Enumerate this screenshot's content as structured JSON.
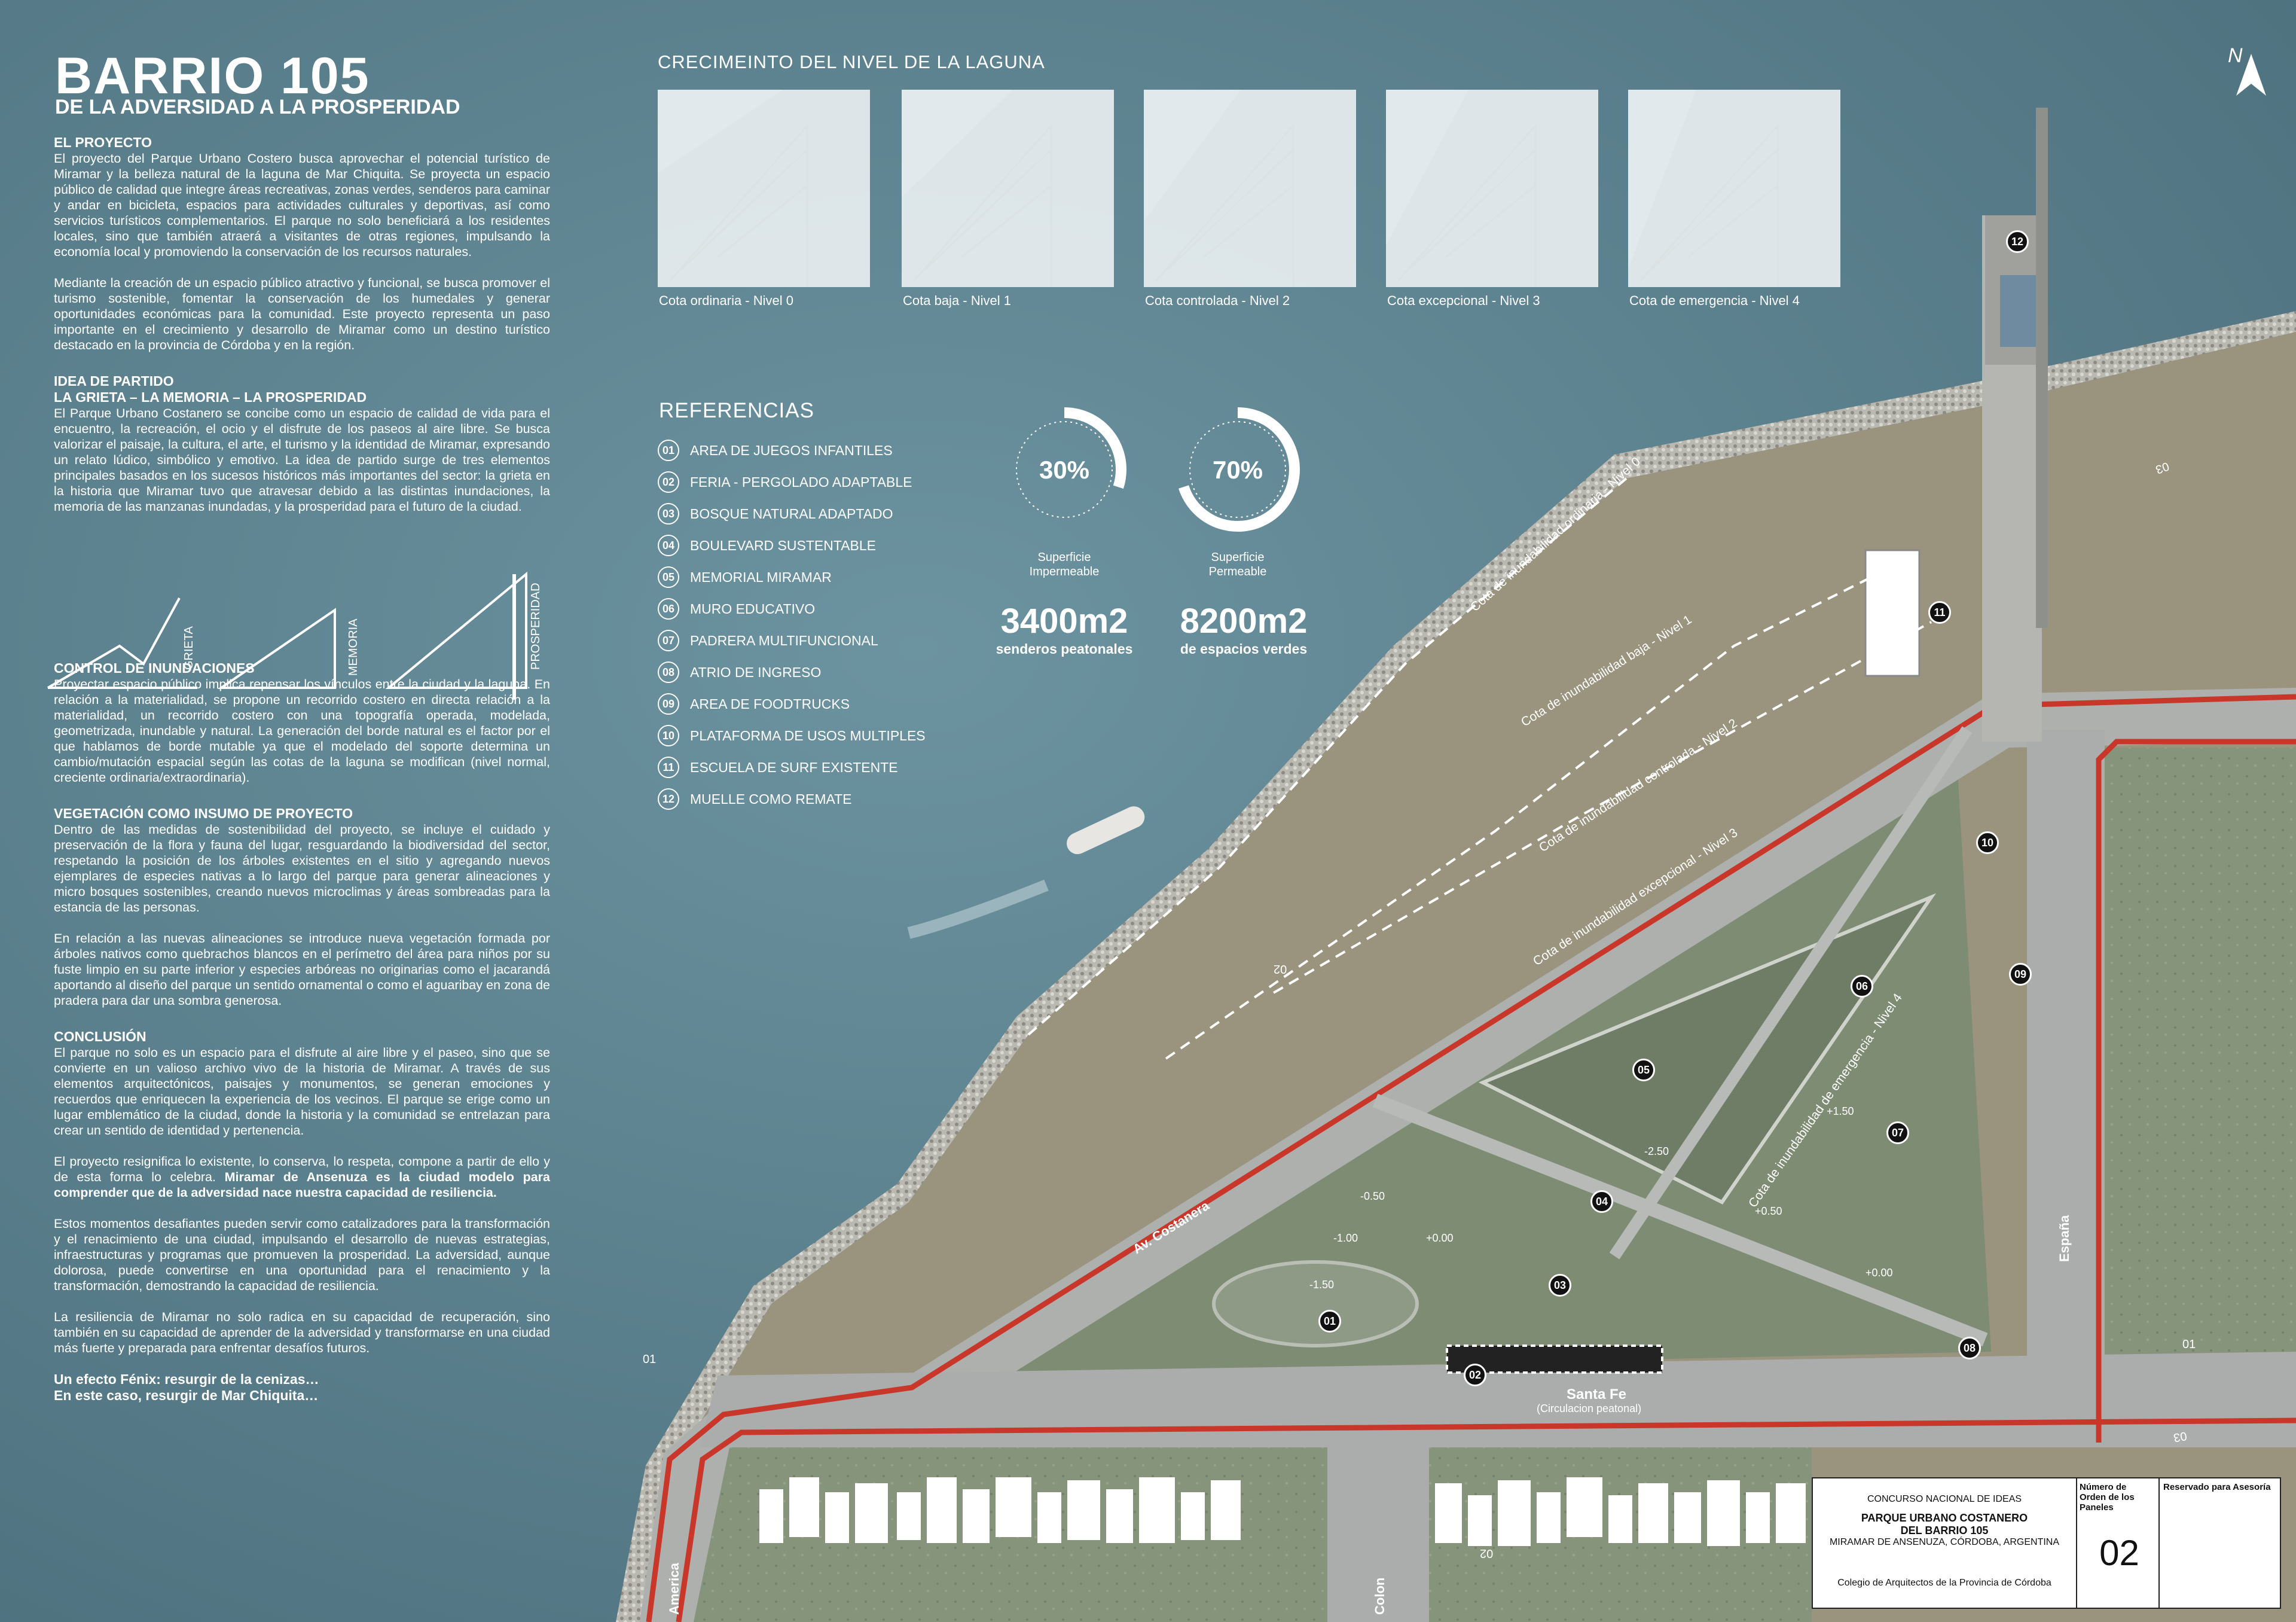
{
  "header": {
    "title": "BARRIO 105",
    "subtitle": "DE LA ADVERSIDAD A LA PROSPERIDAD"
  },
  "sections": {
    "proyecto": {
      "heading": "EL PROYECTO",
      "p1": "El proyecto del Parque Urbano Costero busca aprovechar el potencial turístico de Miramar y la belleza natural de la laguna de Mar Chiquita. Se proyecta un espacio público de calidad que integre áreas recreativas, zonas verdes, senderos para caminar y andar en bicicleta, espacios para actividades culturales y deportivas, así como servicios turísticos complementarios. El parque no solo beneficiará a los residentes locales, sino que también atraerá a visitantes de otras regiones, impulsando la economía local y promoviendo la conservación de los recursos naturales.",
      "p2": "Mediante la creación de un espacio público atractivo y funcional, se busca promover el turismo sostenible, fomentar la conservación de los humedales y generar oportunidades económicas para la comunidad. Este proyecto representa un paso importante en el crecimiento y desarrollo de Miramar como un destino turístico destacado en la provincia de Córdoba y en la región."
    },
    "partido": {
      "heading1": "IDEA DE PARTIDO",
      "heading2": "LA GRIETA – LA MEMORIA – LA PROSPERIDAD",
      "p1": "El Parque Urbano Costanero se concibe como un espacio de calidad de vida para el encuentro, la recreación, el ocio y el disfrute de los paseos al aire libre. Se busca valorizar el paisaje, la cultura, el arte, el turismo y la identidad de Miramar, expresando un relato lúdico, simbólico y emotivo. La idea de partido surge de tres elementos principales basados en los sucesos históricos más importantes del sector: la grieta en la historia que Miramar tuvo que atravesar debido a las distintas inundaciones, la memoria de las manzanas inundadas, y la prosperidad para el futuro de la ciudad.",
      "diagram_labels": [
        "GRIETA",
        "MEMORIA",
        "PROSPERIDAD"
      ]
    },
    "inundaciones": {
      "heading": "CONTROL DE INUNDACIONES",
      "p1": "Proyectar espacio público implica repensar los vínculos entre la ciudad y la laguna. En relación a la materialidad, se propone un recorrido costero en directa relación a la materialidad, un recorrido costero con una topografía operada, modelada, geometrizada, inundable y natural. La generación del borde natural es el factor por el que hablamos de borde mutable ya que el modelado del soporte determina un cambio/mutación espacial según las cotas de la laguna se modifican (nivel normal, creciente ordinaria/extraordinaria)."
    },
    "vegetacion": {
      "heading": "VEGETACIÓN COMO INSUMO DE PROYECTO",
      "p1": "Dentro de las medidas de sostenibilidad del proyecto, se incluye el cuidado y preservación de la flora y fauna del lugar, resguardando la biodiversidad del sector, respetando la posición de los árboles existentes en el sitio y agregando nuevos ejemplares de especies nativas a lo largo del parque para generar alineaciones y micro bosques sostenibles, creando nuevos microclimas y áreas sombreadas para la estancia de las personas.",
      "p2": "En relación a las nuevas alineaciones se introduce nueva vegetación formada por árboles nativos como quebrachos blancos en el perímetro del área para niños por su fuste limpio en su parte inferior y especies arbóreas no originarias como el jacarandá aportando al diseño del parque un sentido ornamental o como el aguaribay en zona de pradera para dar una sombra generosa."
    },
    "conclusion": {
      "heading": "CONCLUSIÓN",
      "p1": "El parque no solo es un espacio para el disfrute al aire libre y el paseo, sino que se convierte en un valioso archivo vivo de la historia de Miramar. A través de sus elementos arquitectónicos, paisajes y monumentos, se generan emociones y recuerdos que enriquecen la experiencia de los vecinos. El parque se erige como un lugar emblemático de la ciudad, donde la historia y la comunidad se entrelazan para crear un sentido de identidad y pertenencia.",
      "p2a": "El proyecto resignifica lo existente, lo conserva, lo respeta, compone a partir de ello y de esta forma lo celebra. ",
      "p2b": "Miramar de Ansenuza es la ciudad modelo para comprender que de la adversidad nace nuestra capacidad de resiliencia.",
      "p3": "Estos momentos desafiantes pueden servir como catalizadores para la transformación y el renacimiento de una ciudad, impulsando el desarrollo de nuevas estrategias, infraestructuras y programas que promueven la prosperidad. La adversidad, aunque dolorosa, puede convertirse en una oportunidad para el renacimiento y la transformación, demostrando la capacidad de resiliencia.",
      "p4": "La resiliencia de Miramar no solo radica en su capacidad de recuperación, sino también en su capacidad de aprender de la adversidad y transformarse en una ciudad más fuerte y preparada para enfrentar desafíos futuros.",
      "phoenix1": "Un efecto Fénix: resurgir de la cenizas…",
      "phoenix2": "En este caso, resurgir de Mar Chiquita…"
    }
  },
  "crecimiento": {
    "title": "CRECIMEINTO DEL NIVEL DE LA LAGUNA",
    "panels": [
      {
        "caption": "Cota ordinaria - Nivel 0",
        "level": 0
      },
      {
        "caption": "Cota baja - Nivel 1",
        "level": 1
      },
      {
        "caption": "Cota controlada - Nivel 2",
        "level": 2
      },
      {
        "caption": "Cota excepcional - Nivel 3",
        "level": 3
      },
      {
        "caption": "Cota de emergencia - Nivel 4",
        "level": 4
      }
    ]
  },
  "referencias": {
    "title": "REFERENCIAS",
    "items": [
      {
        "num": "01",
        "label": "AREA DE JUEGOS INFANTILES"
      },
      {
        "num": "02",
        "label": "FERIA - PERGOLADO ADAPTABLE"
      },
      {
        "num": "03",
        "label": "BOSQUE NATURAL ADAPTADO"
      },
      {
        "num": "04",
        "label": "BOULEVARD SUSTENTABLE"
      },
      {
        "num": "05",
        "label": "MEMORIAL MIRAMAR"
      },
      {
        "num": "06",
        "label": "MURO EDUCATIVO"
      },
      {
        "num": "07",
        "label": "PADRERA MULTIFUNCIONAL"
      },
      {
        "num": "08",
        "label": "ATRIO DE INGRESO"
      },
      {
        "num": "09",
        "label": "AREA DE FOODTRUCKS"
      },
      {
        "num": "10",
        "label": "PLATAFORMA DE USOS MULTIPLES"
      },
      {
        "num": "11",
        "label": "ESCUELA DE SURF EXISTENTE"
      },
      {
        "num": "12",
        "label": "MUELLE COMO REMATE"
      }
    ]
  },
  "stats": {
    "impermeable": {
      "pct": "30%",
      "fraction": 0.3,
      "label1": "Superficie",
      "label2": "Impermeable",
      "area": "3400m2",
      "area_label": "senderos peatonales"
    },
    "permeable": {
      "pct": "70%",
      "fraction": 0.7,
      "label1": "Superficie",
      "label2": "Permeable",
      "area": "8200m2",
      "area_label": "de espacios verdes"
    }
  },
  "north": "N",
  "map": {
    "cotas": [
      "Cota de inundabilidad ordinaria - Nivel 0",
      "Cota de inundabilidad baja - Nivel 1",
      "Cota de inundabilidad controlada - Nivel 2",
      "Cota de inundabilidad excepcional - Nivel 3",
      "Cota de inundabilidad de emergencia - Nivel 4"
    ],
    "streets": {
      "costanera": "Av. Costanera",
      "santafe": "Santa Fe",
      "santafe_sub": "(Circulacion peatonal)",
      "espana": "España",
      "america": "America",
      "colon": "Colon"
    },
    "levels": [
      "-0.50",
      "-1.00",
      "+0.00",
      "-1.50",
      "-2.50",
      "+1.50",
      "+0.50",
      "+0.00"
    ],
    "sections": [
      "01",
      "01",
      "02",
      "02",
      "03",
      "03"
    ],
    "markers": [
      "01",
      "02",
      "03",
      "04",
      "05",
      "06",
      "07",
      "08",
      "09",
      "10",
      "11",
      "12"
    ]
  },
  "cartouche": {
    "line1": "CONCURSO NACIONAL DE IDEAS",
    "line2": "PARQUE URBANO COSTANERO",
    "line3": "DEL BARRIO 105",
    "line4": "MIRAMAR DE ANSENUZA, CÓRDOBA, ARGENTINA",
    "line5": "Colegio de Arquitectos de la Provincia de Córdoba",
    "col1": "Número de Orden de los Paneles",
    "col2": "Reservado para Asesoría",
    "number": "02"
  },
  "colors": {
    "water": "#5b7f8d",
    "shore": "#9d9784",
    "grass": "#7f8d74",
    "road": "#a9acab",
    "redlane": "#c8372a"
  }
}
